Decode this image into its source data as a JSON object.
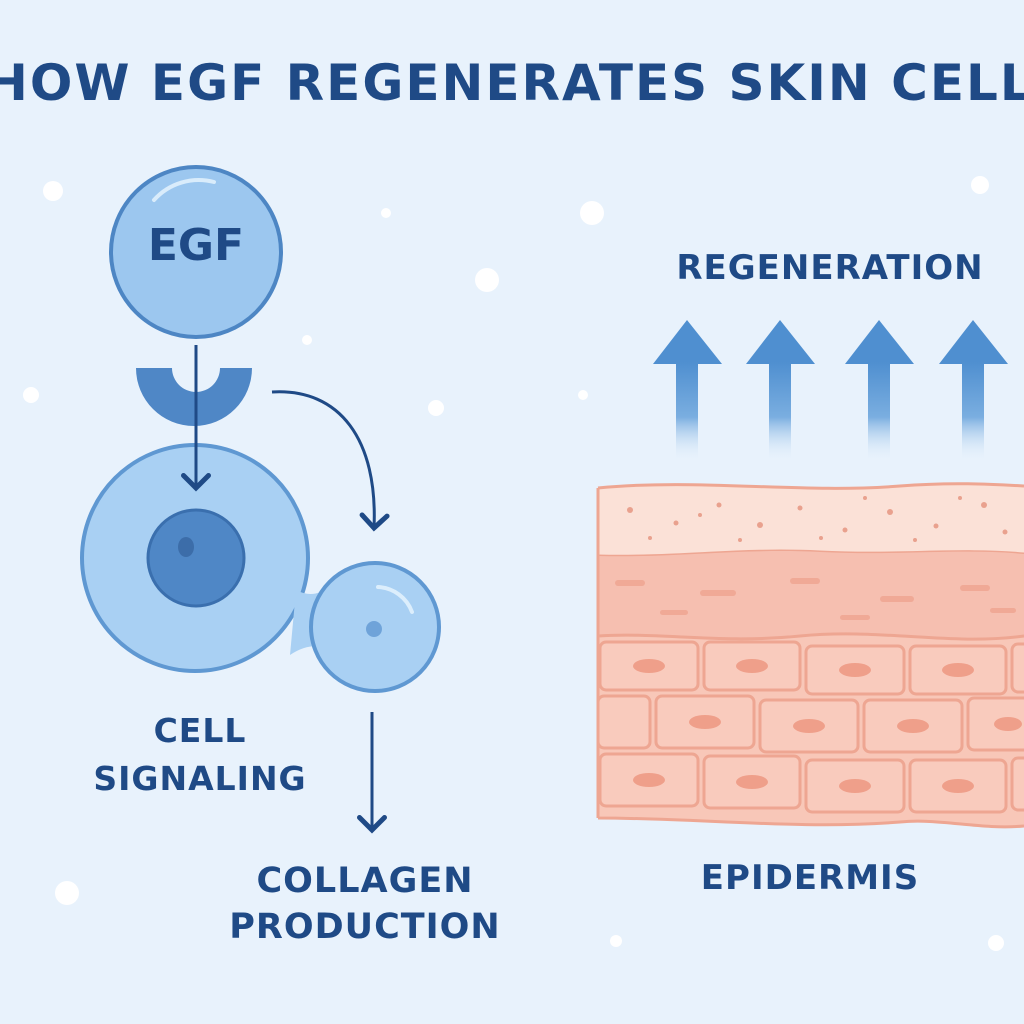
{
  "title": "HOW EGF REGENERATES SKIN CELLS",
  "egf": {
    "label": "EGF"
  },
  "regeneration": {
    "label": "REGENERATION",
    "arrow_count": 4
  },
  "cell_signaling": {
    "line1": "CELL",
    "line2": "SIGNALING"
  },
  "collagen_production": {
    "line1": "COLLAGEN",
    "line2": "PRODUCTION"
  },
  "epidermis": {
    "label": "EPIDERMIS"
  },
  "colors": {
    "background": "#e8f2fc",
    "text": "#1f4a86",
    "egf_fill": "#9cc7ef",
    "cell_fill": "#a9d0f3",
    "nucleus": "#4f87c6",
    "skin_top": "#fbe1d7",
    "skin_mid": "#f6bfb0",
    "skin_cells": "#f9cbbd"
  }
}
